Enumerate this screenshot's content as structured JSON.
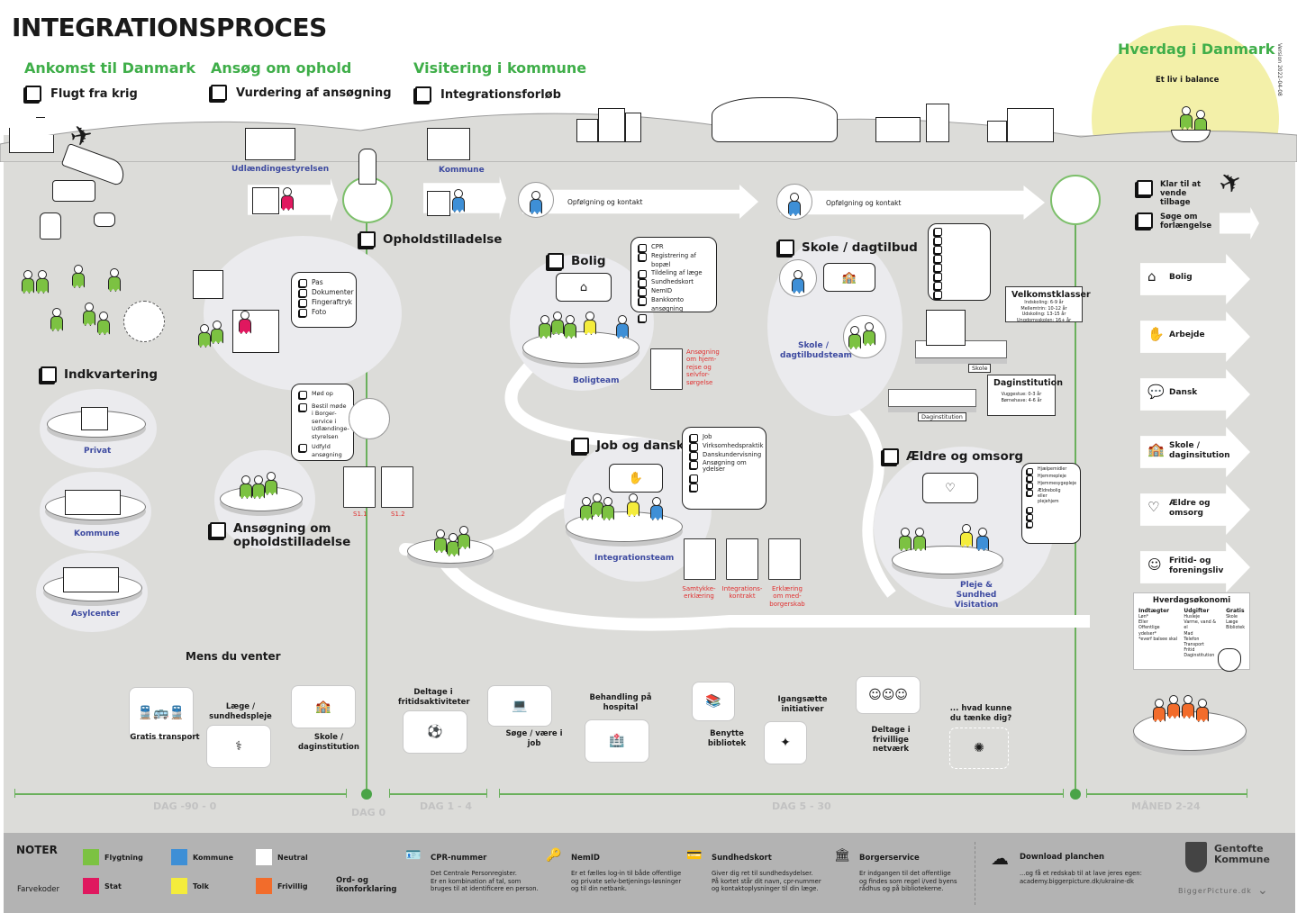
{
  "title": "INTEGRATIONSPROCES",
  "version": "Version 2022-04-08",
  "phases": [
    {
      "title": "Ankomst til Danmark",
      "checkbox_label": "Flugt fra krig"
    },
    {
      "title": "Ansøg om ophold",
      "checkbox_label": "Vurdering af ansøgning"
    },
    {
      "title": "Visitering i kommune",
      "checkbox_label": "Integrationsforløb"
    },
    {
      "title": "Hverdag i Danmark",
      "subtitle": "Et liv i balance"
    }
  ],
  "authorities": {
    "udlaendinge": "Udlændingestyrelsen",
    "kommune": "Kommune"
  },
  "milestones": {
    "opholdstilladelse": "Opholdstilladelse",
    "ansoegning": "Ansøgning om opholdstilladelse",
    "indkvartering": "Indkvartering",
    "mens_du_venter": "Mens du venter"
  },
  "housing_options": [
    "Privat",
    "Kommune",
    "Asylcenter"
  ],
  "application_checklist": [
    "Pas",
    "Dokumenter",
    "Fingeraftryk",
    "Foto"
  ],
  "meeting_checklist": [
    "Mød op",
    "Bestil møde i Borger-service i Udlændinge-styrelsen",
    "Udfyld ansøgning"
  ],
  "application_docs": [
    "S1.1",
    "S1.2"
  ],
  "followup_label": "Opfølgning og kontakt",
  "bolig": {
    "title": "Bolig",
    "team": "Boligteam",
    "checklist": [
      "CPR",
      "Registrering af bopæl",
      "Tildeling af læge",
      "Sundhedskort",
      "NemID",
      "Bankkonto ansøgning",
      ""
    ],
    "document": "Ansøgning om hjem-rejse og selvfor-sørgelse"
  },
  "job": {
    "title": "Job og dansk",
    "team": "Integrationsteam",
    "checklist": [
      "Job",
      "Virksomhedspraktik",
      "Danskundervisning",
      "Ansøgning om ydelser",
      "",
      ""
    ],
    "documents": [
      "Samtykke-erklæring",
      "Integrations-kontrakt",
      "Erklæring om med-borgerskab"
    ]
  },
  "skole": {
    "title": "Skole / dagtilbud",
    "team": "Skole / dagtilbudsteam",
    "checklist_count": 8,
    "velkomst": {
      "title": "Velkomstklasser",
      "lines": [
        "Indskoling: 6-9 år",
        "Mellemtrin: 10-12 år",
        "Udskoling: 13-15 år",
        "Ungdomsskolen: 16+ år"
      ]
    },
    "dag": {
      "title": "Daginstitution",
      "lines": [
        "Vuggestue: 0-3 år",
        "Børnehave: 4-6 år"
      ]
    },
    "tags": [
      "Skole",
      "Daginstitution"
    ]
  },
  "aeldre": {
    "title": "Ældre og omsorg",
    "team": "Pleje & Sundhed Visitation",
    "checklist": [
      "Hjælpemidler",
      "Hjemmepleje",
      "Hjemmesygepleje",
      "Ældrebolig eller plejehjem",
      "",
      "",
      ""
    ]
  },
  "everyday": {
    "return_options": [
      "Klar til at vende tilbage",
      "Søge om forlængelse"
    ],
    "areas": [
      {
        "label": "Bolig",
        "icon": "house-icon"
      },
      {
        "label": "Arbejde",
        "icon": "hand-icon"
      },
      {
        "label": "Dansk",
        "icon": "speech-icon"
      },
      {
        "label": "Skole / daginsitution",
        "icon": "school-icon"
      },
      {
        "label": "Ældre og omsorg",
        "icon": "heart-icon"
      },
      {
        "label": "Fritid- og foreningsliv",
        "icon": "community-icon"
      }
    ],
    "economy": {
      "title": "Hverdagsøkonomi",
      "columns": [
        {
          "header": "Indtægter",
          "items": [
            "Løn*",
            "Eller",
            "Offentlige ydelser*",
            "*everf balsee skal"
          ]
        },
        {
          "header": "Udgifter",
          "items": [
            "Husleje",
            "Varme, vand & el",
            "Mad",
            "Telefon",
            "Transport",
            "Fritid",
            "Daginstitution"
          ]
        },
        {
          "header": "Gratis",
          "items": [
            "Skole",
            "Læge",
            "Bibliotek"
          ]
        }
      ]
    }
  },
  "waiting_activities": [
    {
      "label": "Gratis transport",
      "icon": "transport-icon"
    },
    {
      "label": "Læge / sundhedspleje",
      "icon": "doctor-icon"
    },
    {
      "label": "Skole / daginstitution",
      "icon": "school-icon"
    },
    {
      "label": "Deltage i fritidsaktiviteter",
      "icon": "leisure-icon"
    },
    {
      "label": "Søge / være i job",
      "icon": "work-icon"
    },
    {
      "label": "Behandling på hospital",
      "icon": "hospital-icon"
    },
    {
      "label": "Benytte bibliotek",
      "icon": "library-icon"
    },
    {
      "label": "Igangsætte initiativer",
      "icon": "initiative-icon"
    },
    {
      "label": "Deltage i frivillige netværk",
      "icon": "network-icon"
    },
    {
      "label": "... hvad kunne du tænke dig?",
      "icon": "idea-icon"
    }
  ],
  "timeline": [
    "DAG -90 - 0",
    "DAG 0",
    "DAG 1 - 4",
    "DAG 5 - 30",
    "MÅNED 2-24"
  ],
  "notes": {
    "title": "NOTER",
    "color_codes_label": "Farvekoder",
    "colors": [
      {
        "label": "Flygtning",
        "hex": "#7cc242"
      },
      {
        "label": "Kommune",
        "hex": "#3e8fd6"
      },
      {
        "label": "Neutral",
        "hex": "#ffffff"
      },
      {
        "label": "Stat",
        "hex": "#e0185f"
      },
      {
        "label": "Tolk",
        "hex": "#f4ec3c"
      },
      {
        "label": "Frivillig",
        "hex": "#f26c2b"
      }
    ],
    "glossary_label": "Ord- og ikonforklaring",
    "glossary": [
      {
        "title": "CPR-nummer",
        "desc": [
          "Det Centrale Personregister.",
          "Er en kombination af tal, som",
          "bruges til at identificere en person."
        ]
      },
      {
        "title": "NemID",
        "desc": [
          "Er et fælles log-in til både offentlige",
          "og private selv-betjenings-løsninger",
          "og til din netbank."
        ]
      },
      {
        "title": "Sundhedskort",
        "desc": [
          "Giver dig ret til sundhedsydelser.",
          "På kortet står dit navn, cpr-nummer",
          "og kontaktoplysninger til din læge."
        ]
      },
      {
        "title": "Borgerservice",
        "desc": [
          "Er indgangen til det offentlige",
          "og findes som regel i/ved byens",
          "rådhus og på bibliotekerne."
        ]
      }
    ],
    "download": {
      "title": "Download planchen",
      "desc": [
        "...og få et redskab til at lave jeres egen:",
        "academy.biggerpicture.dk/ukraine-dk"
      ]
    },
    "logo": [
      "Gentofte",
      "Kommune"
    ],
    "brand": "BiggerPicture.dk"
  }
}
